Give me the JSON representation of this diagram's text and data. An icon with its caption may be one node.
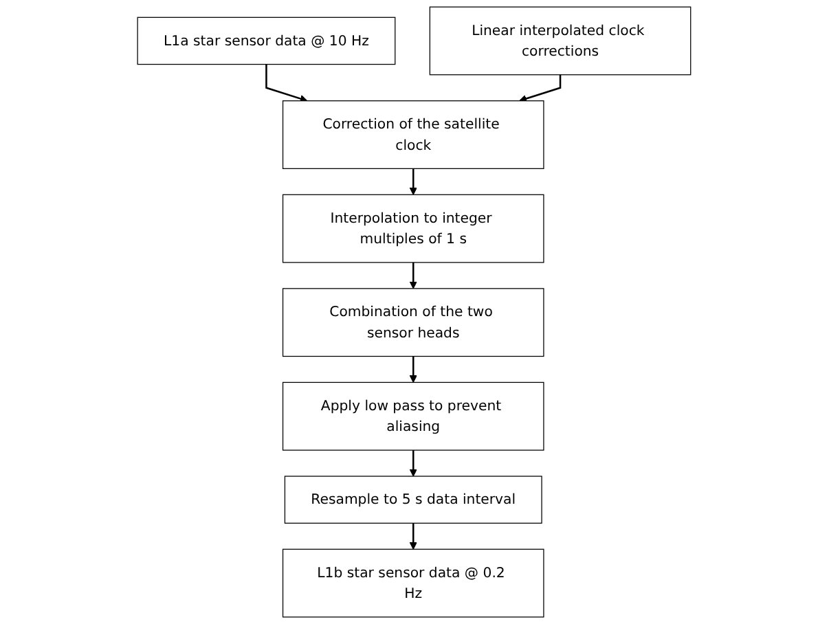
{
  "diagram": {
    "nodes": [
      {
        "text": [
          "L1a star sensor data @ 10 Hz"
        ]
      },
      {
        "text": [
          "Linear interpolated clock corrections"
        ]
      },
      {
        "text": [
          "Correction of the satellite clock"
        ]
      },
      {
        "text": [
          "Interpolation to integer multiples of 1 s"
        ]
      },
      {
        "text": [
          "Combination of the two sensor heads"
        ]
      },
      {
        "text": [
          "Apply low pass to prevent aliasing"
        ]
      },
      {
        "text": [
          "Resample to 5 s data interval"
        ]
      },
      {
        "text": [
          "L1b star sensor data @ 0.2 Hz"
        ]
      }
    ],
    "edges": [
      {
        "from": 0,
        "to": 2,
        "arrow": "to"
      },
      {
        "from": 1,
        "to": 2,
        "arrow": "to"
      },
      {
        "from": 2,
        "to": 3,
        "arrow": "to"
      },
      {
        "from": 3,
        "to": 4,
        "arrow": "to"
      },
      {
        "from": 4,
        "to": 5,
        "arrow": "to"
      },
      {
        "from": 5,
        "to": 6,
        "arrow": "to"
      },
      {
        "from": 6,
        "to": 7,
        "arrow": "to"
      }
    ]
  }
}
